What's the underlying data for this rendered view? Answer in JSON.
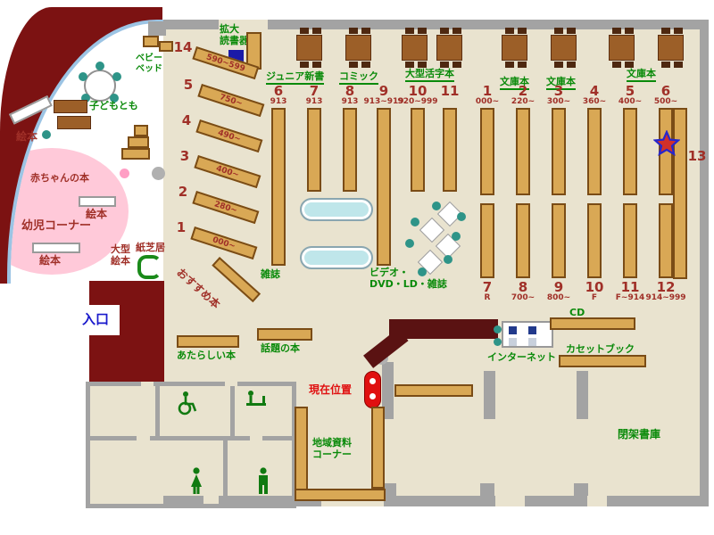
{
  "colors": {
    "floor": "#e9e3cf",
    "wall_dark_red": "#7c1212",
    "wall_gray": "#a3a3a3",
    "shelf_fill": "#d9a855",
    "green_text": "#0a8a0a",
    "red_text": "#a03028",
    "pink_area": "#ffc9d9",
    "cyan_table": "#bfe6ea",
    "teal_seat": "#2e9488",
    "arc_blue": "#9cc4e4",
    "entrance_blue": "#1a1acc",
    "location_red": "#e01010"
  },
  "top": {
    "magnifier": "拡大\n読書器",
    "junior": "ジュニア新書",
    "comic": "コミック",
    "large_print": "大型活字本",
    "bunko1": "文庫本",
    "bunko2": "文庫本",
    "bunko3": "文庫本"
  },
  "children": {
    "baby_bed": "ベビー\nベッド",
    "kids_mag": "子どもとも",
    "ehon_top": "絵本",
    "baby_books": "赤ちゃんの本",
    "infant_corner": "幼児コーナー",
    "ehon_mid": "絵本",
    "ehon_bottom": "絵本",
    "large_ehon": "大型\n絵本",
    "kamishibai": "紙芝居"
  },
  "diagonal": {
    "shelves": [
      {
        "num": "14",
        "range": "590~599"
      },
      {
        "num": "5",
        "range": "750~"
      },
      {
        "num": "4",
        "range": "490~"
      },
      {
        "num": "3",
        "range": "400~"
      },
      {
        "num": "2",
        "range": "280~"
      },
      {
        "num": "1",
        "range": "000~"
      }
    ],
    "recommended": "おすすめ本"
  },
  "stacks": {
    "left": [
      {
        "num": "6",
        "range": "913"
      },
      {
        "num": "7",
        "range": "913"
      },
      {
        "num": "8",
        "range": "913"
      },
      {
        "num": "9",
        "range": "913~919"
      },
      {
        "num": "10",
        "range": "920~999"
      },
      {
        "num": "11",
        "range": ""
      }
    ],
    "right_top": [
      {
        "num": "1",
        "range": "000~"
      },
      {
        "num": "2",
        "range": "220~"
      },
      {
        "num": "3",
        "range": "300~"
      },
      {
        "num": "4",
        "range": "360~"
      },
      {
        "num": "5",
        "range": "400~"
      },
      {
        "num": "6",
        "range": "500~"
      }
    ],
    "right_bottom": [
      {
        "num": "7",
        "range": "R"
      },
      {
        "num": "8",
        "range": "700~"
      },
      {
        "num": "9",
        "range": "800~"
      },
      {
        "num": "10",
        "range": "F"
      },
      {
        "num": "11",
        "range": "F~914"
      },
      {
        "num": "12",
        "range": "914~999"
      }
    ],
    "wall_shelf": "13",
    "magazines": "雑誌",
    "video": "ビデオ・\nDVD・LD・雑誌"
  },
  "center": {
    "new_books": "あたらしい本",
    "topic_books": "話題の本",
    "current_location": "現在位置",
    "local_materials": "地域資料\nコーナー",
    "internet": "インターネット",
    "cd": "CD",
    "cassette": "カセットブック",
    "closed_stacks": "閉架書庫",
    "entrance": "入口"
  }
}
